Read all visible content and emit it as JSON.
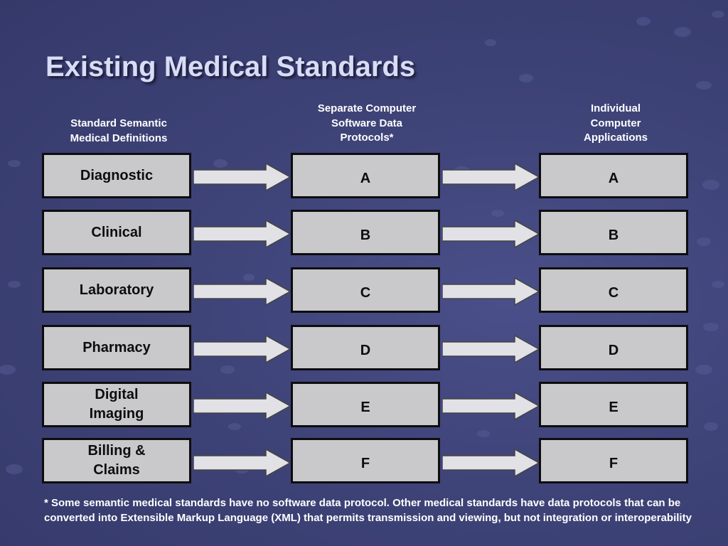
{
  "title": "Existing Medical Standards",
  "columns": {
    "definitions": "Standard Semantic\nMedical Definitions",
    "protocols": "Separate Computer\nSoftware Data\nProtocols*",
    "applications": "Individual\nComputer\nApplications"
  },
  "rows": [
    {
      "definition": "Diagnostic",
      "protocol": "A",
      "application": "A"
    },
    {
      "definition": "Clinical",
      "protocol": "B",
      "application": "B"
    },
    {
      "definition": "Laboratory",
      "protocol": "C",
      "application": "C"
    },
    {
      "definition": "Pharmacy",
      "protocol": "D",
      "application": "D"
    },
    {
      "definition": "Digital\nImaging",
      "protocol": "E",
      "application": "E"
    },
    {
      "definition": "Billing &\nClaims",
      "protocol": "F",
      "application": "F"
    }
  ],
  "footnote": "* Some semantic medical standards have no software data protocol.  Other medical standards have data protocols that can be converted into Extensible Markup Language (XML) that permits transmission and viewing, but not integration or interoperability",
  "colors": {
    "background": "#3f4479",
    "box_fill": "#c9c9cb",
    "box_border": "#0d0d10",
    "title": "#d8dcf4",
    "text": "#ffffff"
  }
}
